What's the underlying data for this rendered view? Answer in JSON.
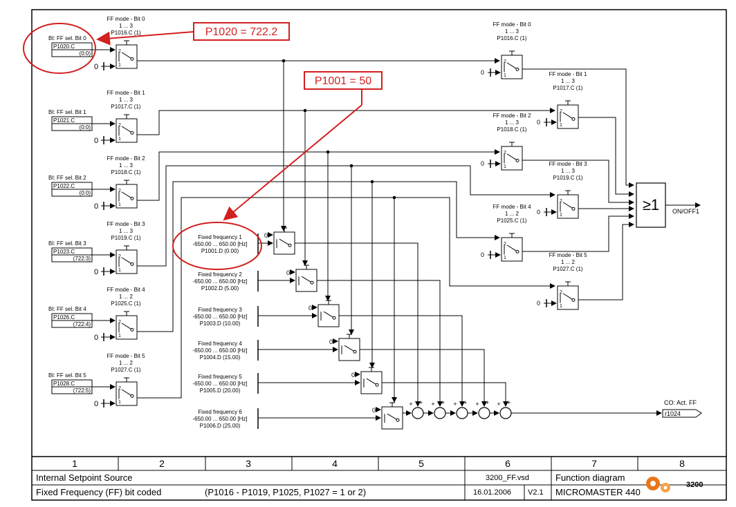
{
  "ff_inputs": [
    {
      "label": "BI: FF sel. Bit 0",
      "param": "P1020.C",
      "value": "(0:0)",
      "mode": "FF mode - Bit 0",
      "range": "1 ... 3",
      "mode_param": "P1016.C (1)"
    },
    {
      "label": "BI: FF sel. Bit 1",
      "param": "P1021.C",
      "value": "(0:0)",
      "mode": "FF mode - Bit 1",
      "range": "1 ... 3",
      "mode_param": "P1017.C (1)"
    },
    {
      "label": "BI: FF sel. Bit 2",
      "param": "P1022.C",
      "value": "(0:0)",
      "mode": "FF mode - Bit 2",
      "range": "1 ... 3",
      "mode_param": "P1018.C (1)"
    },
    {
      "label": "BI: FF sel. Bit 3",
      "param": "P1023.C",
      "value": "(722:3)",
      "mode": "FF mode - Bit 3",
      "range": "1 ... 3",
      "mode_param": "P1019.C (1)"
    },
    {
      "label": "BI: FF sel. Bit 4",
      "param": "P1026.C",
      "value": "(722:4)",
      "mode": "FF mode - Bit 4",
      "range": "1 ... 2",
      "mode_param": "P1025.C (1)"
    },
    {
      "label": "BI: FF sel. Bit 5",
      "param": "P1028.C",
      "value": "(722:5)",
      "mode": "FF mode - Bit 5",
      "range": "1 ... 2",
      "mode_param": "P1027.C (1)"
    }
  ],
  "right_modes": [
    {
      "mode": "FF mode - Bit 0",
      "range": "1 ... 3",
      "param": "P1016.C (1)"
    },
    {
      "mode": "FF mode - Bit 1",
      "range": "1 ... 3",
      "param": "P1017.C (1)"
    },
    {
      "mode": "FF mode - Bit 2",
      "range": "1 ... 3",
      "param": "P1018.C (1)"
    },
    {
      "mode": "FF mode - Bit 3",
      "range": "1 ... 3",
      "param": "P1019.C (1)"
    },
    {
      "mode": "FF mode - Bit 4",
      "range": "1 ... 2",
      "param": "P1025.C (1)"
    },
    {
      "mode": "FF mode - Bit 5",
      "range": "1 ... 2",
      "param": "P1027.C (1)"
    }
  ],
  "fixed_freqs": [
    {
      "name": "Fixed frequency 1",
      "range": "-650.00 ... 650.00  [Hz]",
      "param": "P1001.D (0.00)"
    },
    {
      "name": "Fixed frequency 2",
      "range": "-650.00 ... 650.00  [Hz]",
      "param": "P1002.D (5.00)"
    },
    {
      "name": "Fixed frequency 3",
      "range": "-650.00 ... 650.00  [Hz]",
      "param": "P1003.D (10.00)"
    },
    {
      "name": "Fixed frequency 4",
      "range": "-650.00 ... 650.00  [Hz]",
      "param": "P1004.D (15.00)"
    },
    {
      "name": "Fixed frequency 5",
      "range": "-650.00 ... 650.00  [Hz]",
      "param": "P1005.D (20.00)"
    },
    {
      "name": "Fixed frequency 6",
      "range": "-650.00 ... 650.00  [Hz]",
      "param": "P1006.D (25.00)"
    }
  ],
  "labels": {
    "zero": "0",
    "one": "1",
    "two": "2",
    "or_gate": "≥1",
    "on_off": "ON/OFF1",
    "co_label": "CO: Act. FF",
    "co_param": "r1024",
    "plus": "+"
  },
  "callouts": {
    "c1": "P1020 = 722.2",
    "c2": "P1001 = 50"
  },
  "title_block": {
    "columns": [
      "1",
      "2",
      "3",
      "4",
      "5",
      "6",
      "7",
      "8"
    ],
    "title1": "Internal Setpoint Source",
    "title2": "Fixed Frequency (FF) bit coded",
    "params": "(P1016 - P1019, P1025, P1027 = 1 or 2)",
    "file": "3200_FF.vsd",
    "date": "16.01.2006",
    "version": "V2.1",
    "fd": "Function diagram",
    "product": "MICROMASTER 440",
    "sheet": "3200"
  },
  "colors": {
    "callout": "#d21f1f",
    "line": "#000000",
    "logo": "#e8761b"
  }
}
